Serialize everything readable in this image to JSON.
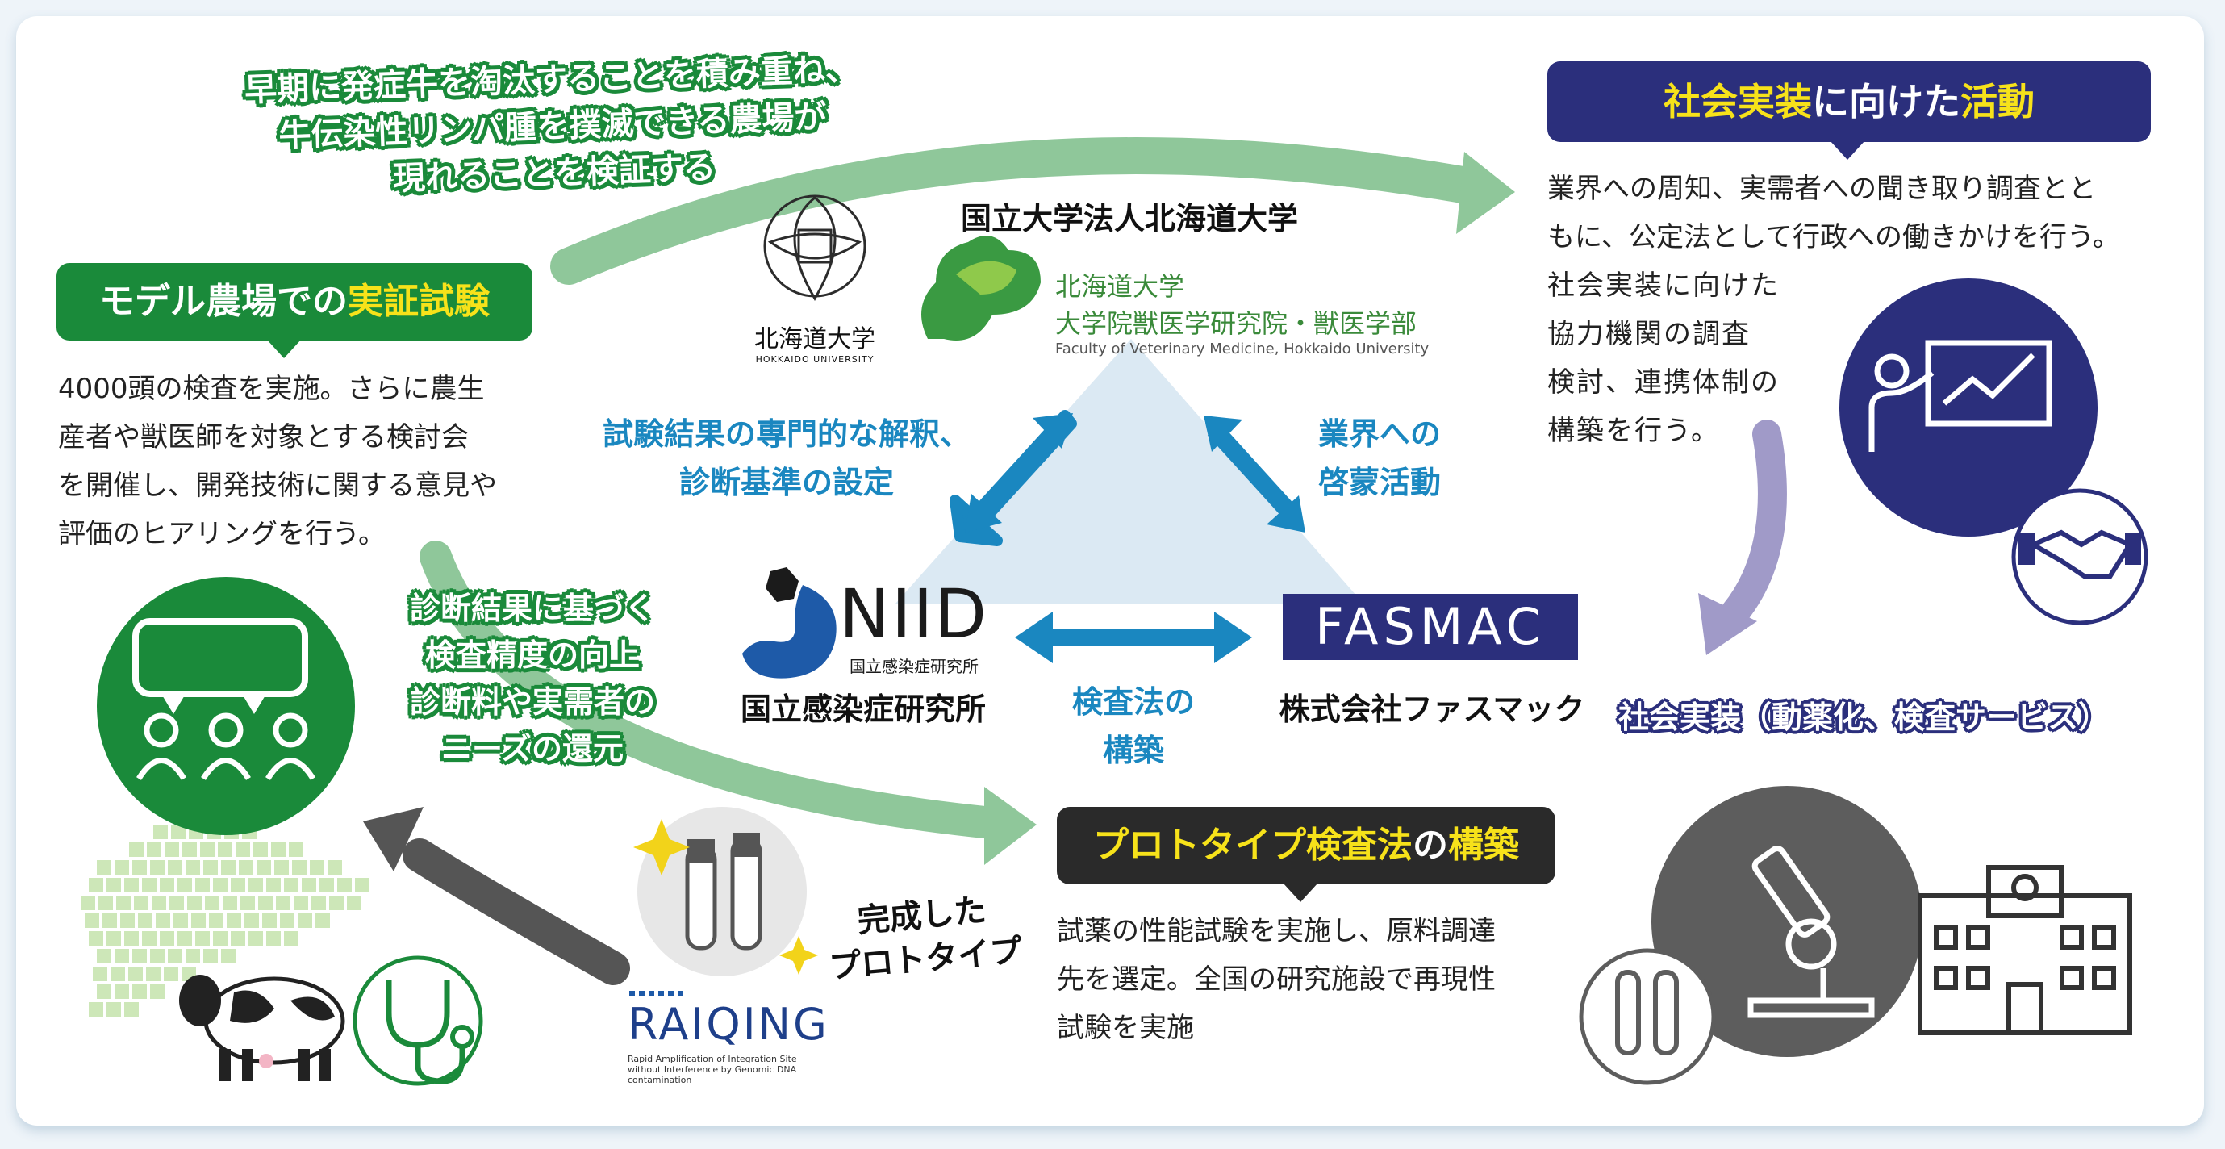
{
  "top_arrow_text": [
    "早期に発症牛を淘汰することを積み重ね、",
    "牛伝染性リンパ腫を撲滅できる農場が",
    "現れることを検証する"
  ],
  "left_header": {
    "pre": "モデル農場での",
    "highlight": "実証試験"
  },
  "left_body": [
    "4000頭の検査を実施。さらに農生",
    "産者や獣医師を対象とする検討会",
    "を開催し、開発技術に関する意見や",
    "評価のヒアリングを行う。"
  ],
  "left_bottom_label": [
    "診断結果に基づく",
    "検査精度の向上",
    "診断料や実需者の",
    "ニーズの還元"
  ],
  "hokudai": {
    "title": "国立大学法人北海道大学",
    "logo_jp": "北海道大学",
    "logo_en": "HOKKAIDO UNIVERSITY",
    "vet_line1": "北海道大学",
    "vet_line2": "大学院獣医学研究院・獣医学部",
    "vet_line3": "Faculty of Veterinary Medicine, Hokkaido University"
  },
  "left_triangle_label": [
    "試験結果の専門的な解釈、",
    "診断基準の設定"
  ],
  "right_triangle_label": [
    "業界への",
    "啓蒙活動"
  ],
  "bottom_triangle_label": [
    "検査法の",
    "構築"
  ],
  "niid": {
    "logo": "NIID",
    "logo_sub": "国立感染症研究所",
    "name": "国立感染症研究所"
  },
  "fasmac": {
    "logo": "FASMAC",
    "name": "株式会社ファスマック"
  },
  "right_header": {
    "highlight1": "社会実装",
    "middle": "に向けた",
    "highlight2": "活動"
  },
  "right_body_wide": [
    "業界への周知、実需者への聞き取り調査とと",
    "もに、公定法として行政への働きかけを行う。"
  ],
  "right_body_narrow": [
    "社会実装に向けた",
    "協力機関の調査",
    "検討、連携体制の",
    "構築を行う。"
  ],
  "social_label": "社会実装（動薬化、検査サービス）",
  "proto_header": {
    "pre": "プロトタイプ",
    "highlight": "検査法",
    "post": "の",
    "highlight2": "構築"
  },
  "proto_body": [
    "試薬の性能試験を実施し、原料調達",
    "先を選定。全国の研究施設で再現性",
    "試験を実施"
  ],
  "finished_label": [
    "完成した",
    "プロトタイプ"
  ],
  "raiqing": {
    "logo": "RAIQING",
    "sub1": "Rapid Amplification of Integration Site",
    "sub2": "without Interference by Genomic DNA contamination"
  },
  "colors": {
    "green": "#1a8a3a",
    "light_green_arrow": "#8fc79a",
    "navy": "#2b2f7c",
    "accent_yellow": "#f7e21a",
    "blue": "#1a87c0",
    "dark_gray": "#3a3a3a",
    "lavender": "#a09ac8"
  },
  "icons": [
    "discussion-icon",
    "cow-icon",
    "stethoscope-icon",
    "presentation-icon",
    "handshake-icon",
    "microscope-icon",
    "test-tubes-icon",
    "building-icon",
    "hokkaido-map-icon"
  ]
}
